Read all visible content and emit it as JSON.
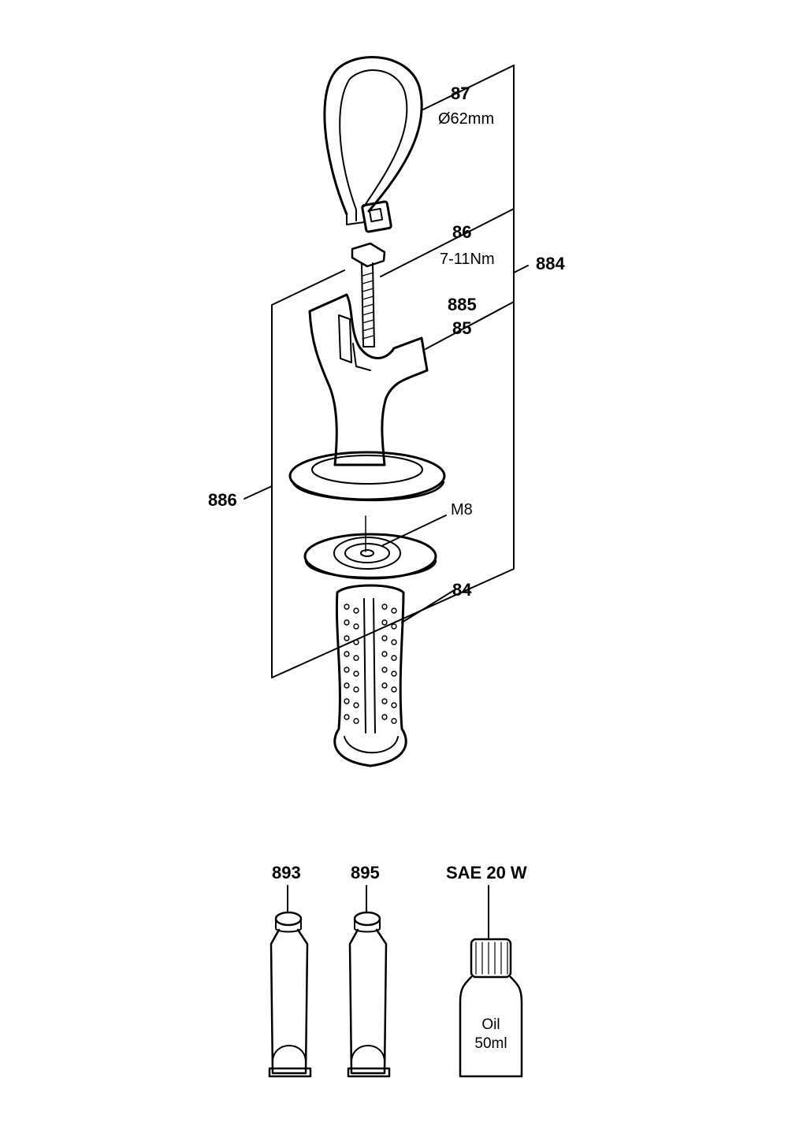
{
  "labels": {
    "strap_number": "87",
    "strap_spec": "Ø62mm",
    "bolt_number": "86",
    "bolt_spec": "7-11Nm",
    "assembly_884": "884",
    "assembly_885": "885",
    "housing_number": "85",
    "assembly_886": "886",
    "nut_spec": "M8",
    "grip_number": "84",
    "tube_1": "893",
    "tube_2": "895",
    "oil_label": "SAE 20 W"
  },
  "bottle": {
    "line1": "Oil",
    "line2": "50ml"
  }
}
